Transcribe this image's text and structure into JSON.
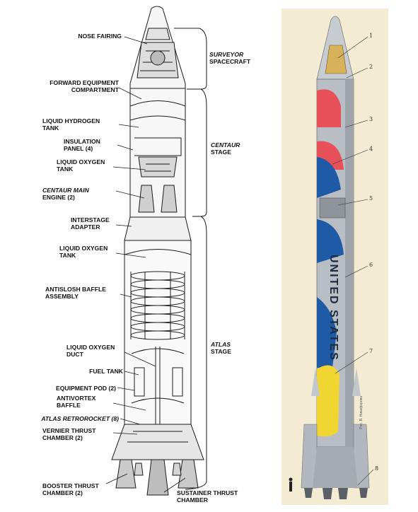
{
  "left_diagram": {
    "labels": [
      {
        "key": "nose_fairing",
        "lines": [
          "NOSE FAIRING"
        ]
      },
      {
        "key": "forward_equipment",
        "lines": [
          "FORWARD EQUIPMENT",
          "COMPARTMENT"
        ]
      },
      {
        "key": "lh2_tank",
        "lines": [
          "LIQUID HYDROGEN",
          "TANK"
        ]
      },
      {
        "key": "insulation",
        "lines": [
          "INSULATION",
          "PANEL (4)"
        ]
      },
      {
        "key": "lox_tank_upper",
        "lines": [
          "LIQUID OXYGEN",
          "TANK"
        ]
      },
      {
        "key": "centaur_engine",
        "lines": [
          "CENTAUR MAIN",
          "ENGINE (2)"
        ]
      },
      {
        "key": "interstage",
        "lines": [
          "INTERSTAGE",
          "ADAPTER"
        ]
      },
      {
        "key": "lox_tank_lower",
        "lines": [
          "LIQUID OXYGEN",
          "TANK"
        ]
      },
      {
        "key": "antislosh",
        "lines": [
          "ANTISLOSH BAFFLE",
          "ASSEMBLY"
        ]
      },
      {
        "key": "lox_duct",
        "lines": [
          "LIQUID OXYGEN",
          "DUCT"
        ]
      },
      {
        "key": "fuel_tank",
        "lines": [
          "FUEL TANK"
        ]
      },
      {
        "key": "equipment_pod",
        "lines": [
          "EQUIPMENT POD (2)"
        ]
      },
      {
        "key": "antivortex",
        "lines": [
          "ANTIVORTEX",
          "BAFFLE"
        ]
      },
      {
        "key": "retrorocket",
        "lines": [
          "ATLAS RETROROCKET (8)"
        ]
      },
      {
        "key": "vernier",
        "lines": [
          "VERNIER THRUST",
          "CHAMBER (2)"
        ]
      },
      {
        "key": "booster",
        "lines": [
          "BOOSTER THRUST",
          "CHAMBER (2)"
        ]
      },
      {
        "key": "sustainer",
        "lines": [
          "SUSTAINER THRUST",
          "CHAMBER"
        ]
      }
    ],
    "stages": [
      {
        "key": "surveyor",
        "lines": [
          "SURVEYOR",
          "SPACECRAFT"
        ]
      },
      {
        "key": "centaur",
        "lines": [
          "CENTAUR",
          "STAGE"
        ]
      },
      {
        "key": "atlas",
        "lines": [
          "ATLAS",
          "STAGE"
        ]
      }
    ]
  },
  "right_diagram": {
    "callouts": [
      "1",
      "2",
      "3",
      "4",
      "5",
      "6",
      "7",
      "8"
    ],
    "side_text": "UNITED STATES",
    "credit": "Рис. В. Никифорова"
  },
  "colors": {
    "background_panel": "#f3ecd2",
    "rocket_body": "#b9bec4",
    "red_tank": "#e8505a",
    "blue_tank": "#1f5aa6",
    "yellow_tank": "#f1d631",
    "line_art": "#1a1a1a"
  }
}
